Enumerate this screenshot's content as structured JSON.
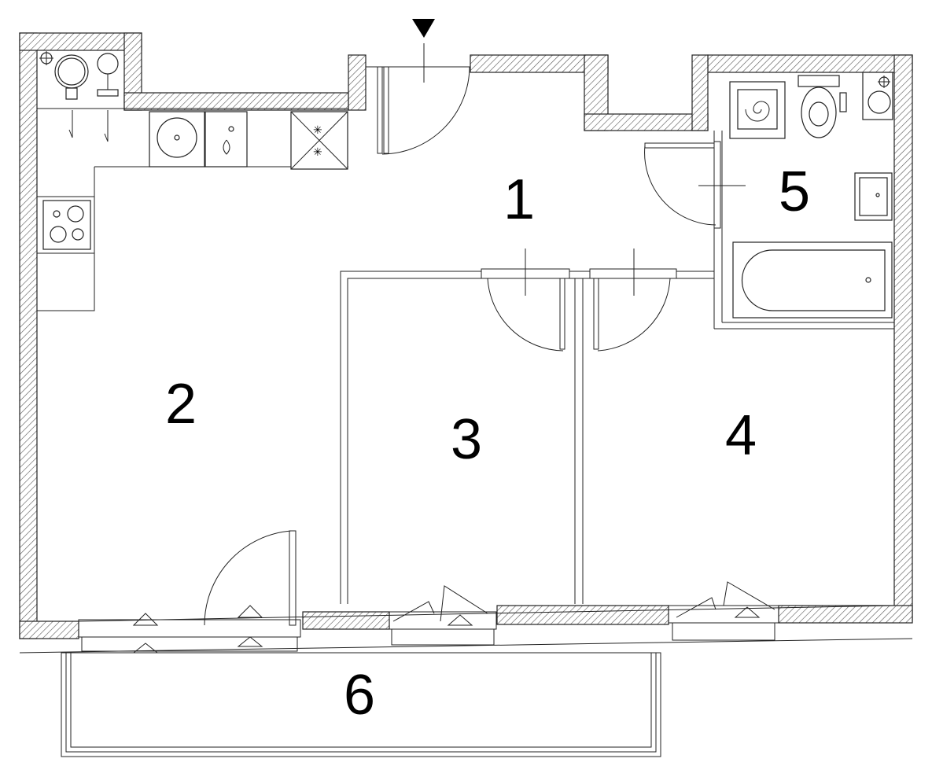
{
  "plan": {
    "rooms": [
      {
        "id": "hall",
        "label": "1"
      },
      {
        "id": "living-kitchen",
        "label": "2"
      },
      {
        "id": "bedroom-a",
        "label": "3"
      },
      {
        "id": "bedroom-b",
        "label": "4"
      },
      {
        "id": "bathroom",
        "label": "5"
      },
      {
        "id": "balcony",
        "label": "6"
      }
    ],
    "entrance_marker": "entrance-arrow",
    "fixtures": [
      "sink-icon",
      "water-icon",
      "fan-icon",
      "stove-icon",
      "washer-icon",
      "toilet-icon",
      "basin-icon",
      "bathtub-icon",
      "boiler-icon",
      "riser-icon"
    ]
  }
}
